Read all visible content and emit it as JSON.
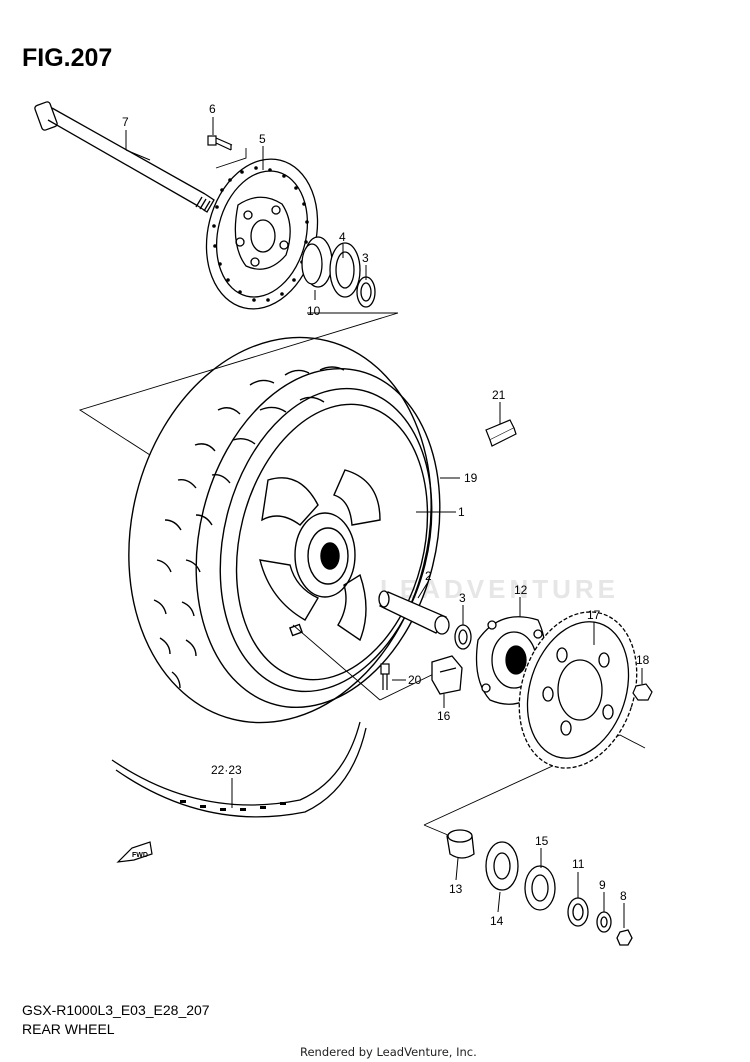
{
  "figure_title": "FIG.207",
  "model_code": "GSX-R1000L3_E03_E28_207",
  "section_title": "REAR WHEEL",
  "footer": "Rendered by LeadVenture, Inc.",
  "watermark": "LEADVENTURE",
  "callouts": {
    "c1": "1",
    "c2": "2",
    "c3a": "3",
    "c3b": "3",
    "c4": "4",
    "c5": "5",
    "c6": "6",
    "c7": "7",
    "c8": "8",
    "c9": "9",
    "c10": "10",
    "c11": "11",
    "c12": "12",
    "c13": "13",
    "c14": "14",
    "c15": "15",
    "c16": "16",
    "c17": "17",
    "c18": "18",
    "c19": "19",
    "c20": "20",
    "c21": "21",
    "c22": "22·23"
  },
  "fwd_label": "FWD"
}
